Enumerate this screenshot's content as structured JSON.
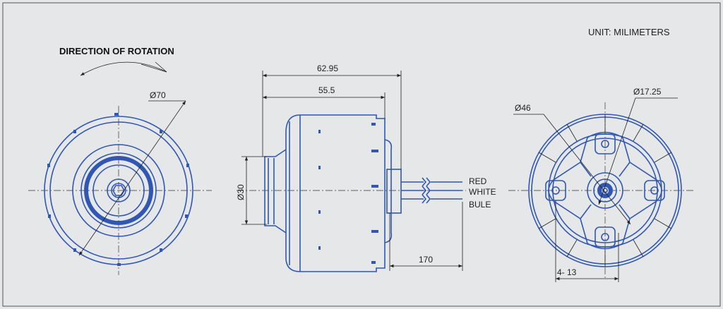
{
  "labels": {
    "unit": "UNIT: MILIMETERS",
    "direction": "DIRECTION OF ROTATION",
    "dia70": "Ø70",
    "dim6295": "62.95",
    "dim555": "55.5",
    "dia30": "Ø30",
    "dim170": "170",
    "dia46": "Ø46",
    "dia1725": "Ø17.25",
    "holes": "4- 13"
  },
  "wires": [
    "RED",
    "WHITE",
    "BULE"
  ],
  "colors": {
    "line": "#2f57b3",
    "background": "#e6e7e9",
    "dimension": "#222222"
  }
}
